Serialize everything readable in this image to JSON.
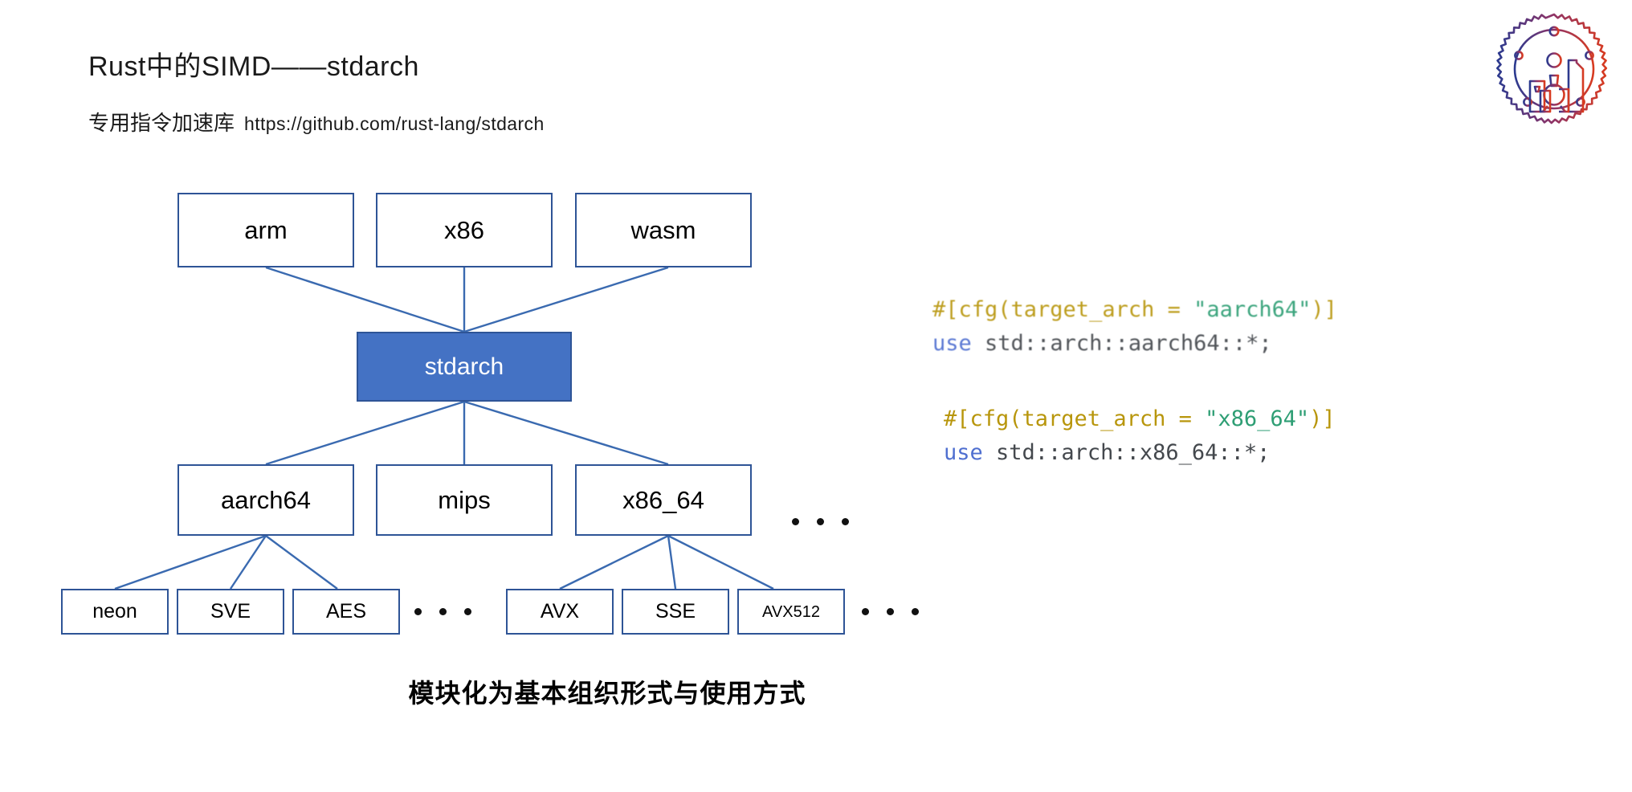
{
  "header": {
    "title": "Rust中的SIMD——stdarch",
    "subtitle_label": "专用指令加速库",
    "subtitle_url": "https://github.com/rust-lang/stdarch"
  },
  "logo": {
    "name": "shanghai-skyline-gear-logo",
    "gradient_start": "#2b3a8f",
    "gradient_end": "#d83b20"
  },
  "diagram": {
    "root": {
      "label": "stdarch",
      "fill": "#4472c4",
      "text_color": "#ffffff"
    },
    "border_color": "#2e5496",
    "line_color": "#3a6ab0",
    "parents": [
      {
        "label": "arm"
      },
      {
        "label": "x86"
      },
      {
        "label": "wasm"
      }
    ],
    "children": [
      {
        "label": "aarch64"
      },
      {
        "label": "mips"
      },
      {
        "label": "x86_64"
      }
    ],
    "children_ellipsis": "...",
    "leaves_left": [
      {
        "label": "neon"
      },
      {
        "label": "SVE"
      },
      {
        "label": "AES"
      }
    ],
    "leaves_left_ellipsis": "...",
    "leaves_right": [
      {
        "label": "AVX"
      },
      {
        "label": "SSE"
      },
      {
        "label": "AVX512"
      }
    ],
    "leaves_right_ellipsis": "..."
  },
  "code": {
    "blocks": [
      {
        "attr_prefix": "#[cfg(target_arch = ",
        "attr_string": "\"aarch64\"",
        "attr_suffix": ")]",
        "use_keyword": "use",
        "use_path": " std::arch::aarch64::*;"
      },
      {
        "attr_prefix": "#[cfg(target_arch = ",
        "attr_string": "\"x86_64\"",
        "attr_suffix": ")]",
        "use_keyword": "use",
        "use_path": " std::arch::x86_64::*;"
      }
    ],
    "colors": {
      "attribute": "#b8960c",
      "string": "#2e9e74",
      "keyword": "#4f6fd0",
      "plain": "#44484d"
    }
  },
  "caption": "模块化为基本组织形式与使用方式"
}
